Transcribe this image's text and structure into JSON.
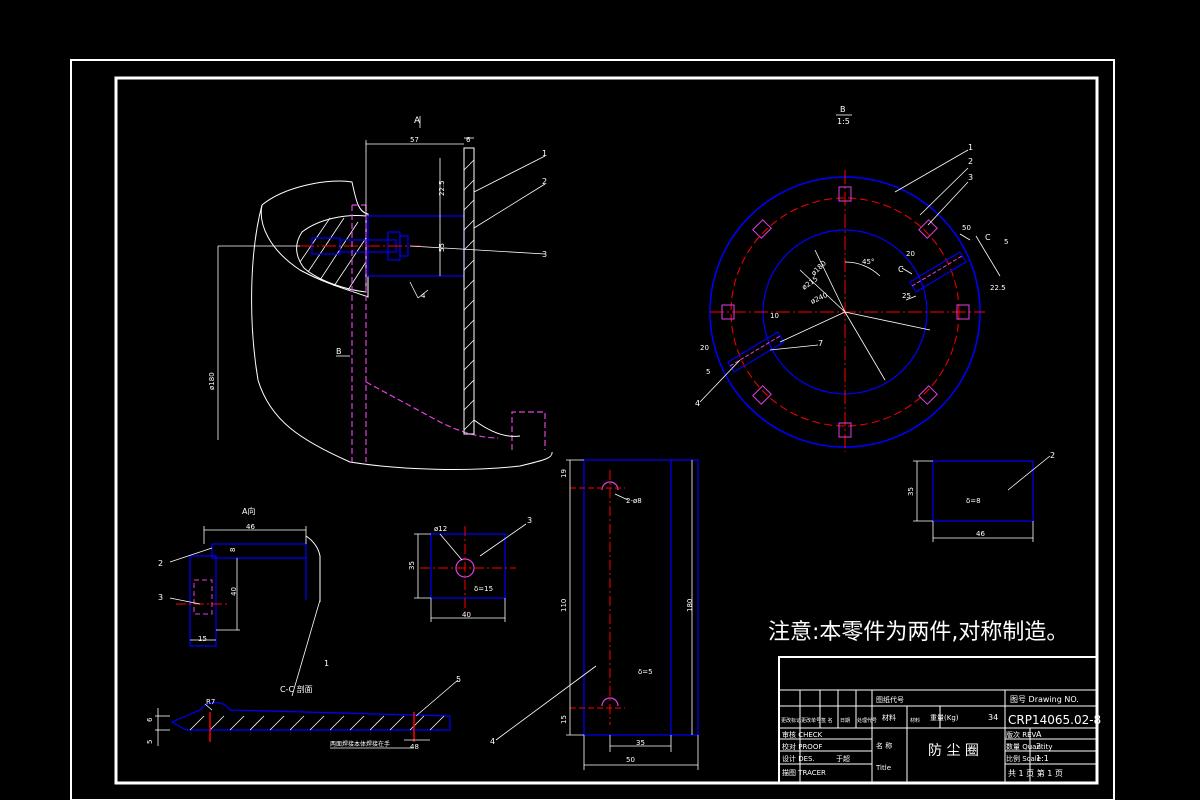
{
  "note": "注意:本零件为两件,对称制造。",
  "view_labels": {
    "section_a": "A",
    "arrow_b": "B",
    "view_b_top": "B",
    "view_b_scale": "1:5",
    "view_a": "A向",
    "section_cc": "C-C 剖面",
    "c_mark": "C"
  },
  "part_numbers": [
    "1",
    "2",
    "3",
    "4",
    "5",
    "7"
  ],
  "dims_main": {
    "d57": "57",
    "d6": "6",
    "d225": "22.5",
    "d55": "55",
    "d180": "ø180",
    "weld": "4"
  },
  "dims_circle": {
    "d45deg": "45°",
    "d50": "50",
    "d20": "20",
    "d5": "5",
    "d22": "22.5",
    "d25": "25",
    "d180b": "ø180",
    "d215": "ø215",
    "d240": "ø240",
    "d10": "10",
    "d20b": "20",
    "d5b": "5"
  },
  "dims_a_view": {
    "d46": "46",
    "d8": "8",
    "d40": "40",
    "d15": "15"
  },
  "dims_plate3": {
    "hole": "ø12",
    "d35": "35",
    "d40": "40",
    "thick": "δ=15"
  },
  "dims_plate2": {
    "d35": "35",
    "d46": "46",
    "thick": "δ=8"
  },
  "dims_long": {
    "d19": "19",
    "holes": "2-ø8",
    "d110": "110",
    "d180": "180",
    "d15": "15",
    "d35": "35",
    "d50": "50",
    "thick": "δ=5"
  },
  "dims_section": {
    "r": "R7",
    "d6": "6",
    "d5": "5",
    "d48": "48",
    "note": "两面焊接本体焊接在手"
  },
  "title_block": {
    "drawing_no_label": "图号 Drawing NO.",
    "drawing_no": "CRP14065.02-8",
    "rev_label": "版次 REV",
    "rev": "A",
    "qty_label": "数量 Quantity",
    "qty": "2",
    "scale_label": "比例 Scale",
    "scale": "1:1",
    "sheet": "共 1 页   第 1 页",
    "title_label": "名 称",
    "title_en_label": "Title",
    "title": "防 尘 圈",
    "weight_label": "重量(Kg)",
    "weight": "34",
    "material_label": "材料",
    "rows": [
      "审核 CHECK",
      "校对 PROOF",
      "设计 DES.",
      "描图 TRACER"
    ],
    "designer": "于超",
    "hdr_cells": [
      "更改标记",
      "更改单号",
      "签 名",
      "日期",
      "材料",
      "处理代号"
    ],
    "code_label": "图纸代号"
  }
}
